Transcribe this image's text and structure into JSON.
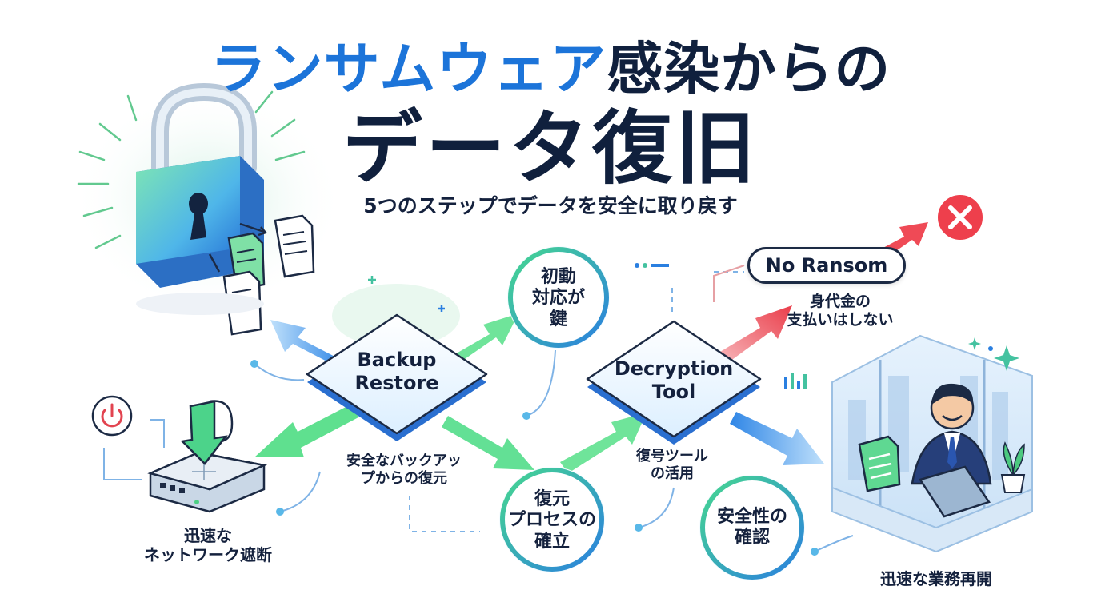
{
  "title": {
    "line1_blue": "ランサムウェア",
    "line1_dark": "感染からの",
    "line2": "データ復旧",
    "subtitle": "5つのステップでデータを安全に取り戻す"
  },
  "nodes": {
    "backup_restore": "Backup\nRestore",
    "decryption_tool": "Decryption\nTool"
  },
  "circles": {
    "initial_response": "初動\n対応が\n鍵",
    "restore_process": "復元\nプロセスの\n確立",
    "safety_check": "安全性の\n確認"
  },
  "labels": {
    "network_isolation": "迅速な\nネットワーク遮断",
    "safe_backup": "安全なバックアッ\nプからの復元",
    "decrypt_tool_use": "復号ツール\nの活用",
    "no_ransom": "No Ransom",
    "no_ransom_sub": "身代金の\n支払いはしない",
    "business_resume": "迅速な業務再開"
  },
  "colors": {
    "title_blue": "#1c74d9",
    "dark": "#10203d",
    "arrow_green": "#5fe08f",
    "arrow_blue": "#3b8fe8",
    "arrow_red": "#ee4b55"
  },
  "icons": [
    "padlock-icon",
    "document-icon",
    "power-icon",
    "router-icon",
    "download-arrow-icon",
    "close-icon",
    "businessman-icon",
    "plant-icon",
    "laptop-icon",
    "sparkle-icon",
    "bar-chart-icon"
  ]
}
